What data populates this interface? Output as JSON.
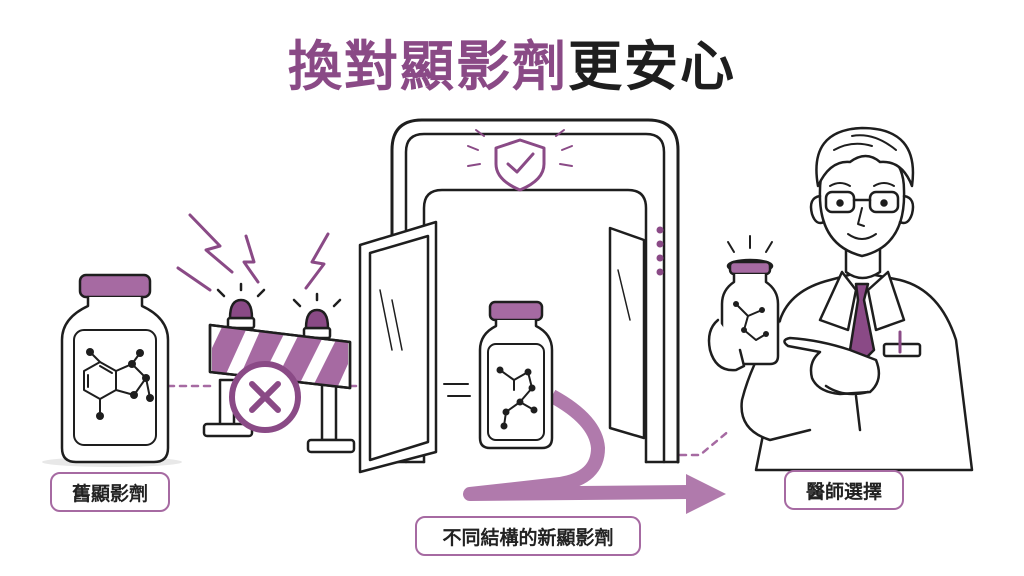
{
  "title": {
    "accent": "換對顯影劑",
    "dark": "更安心"
  },
  "labels": {
    "old_agent": "舊顯影劑",
    "new_agent": "不同結構的新顯影劑",
    "doctor": "醫師選擇"
  },
  "colors": {
    "accent": "#8a4a86",
    "accent_light": "#b07aac",
    "label_border": "#a66aa2",
    "ink": "#1e1e1e"
  },
  "icons": [
    "chemical-bottle-icon",
    "barrier-icon",
    "siren-icon",
    "lightning-icon",
    "x-icon",
    "shield-check-icon",
    "gate-icon",
    "arrow-icon",
    "doctor-icon"
  ]
}
